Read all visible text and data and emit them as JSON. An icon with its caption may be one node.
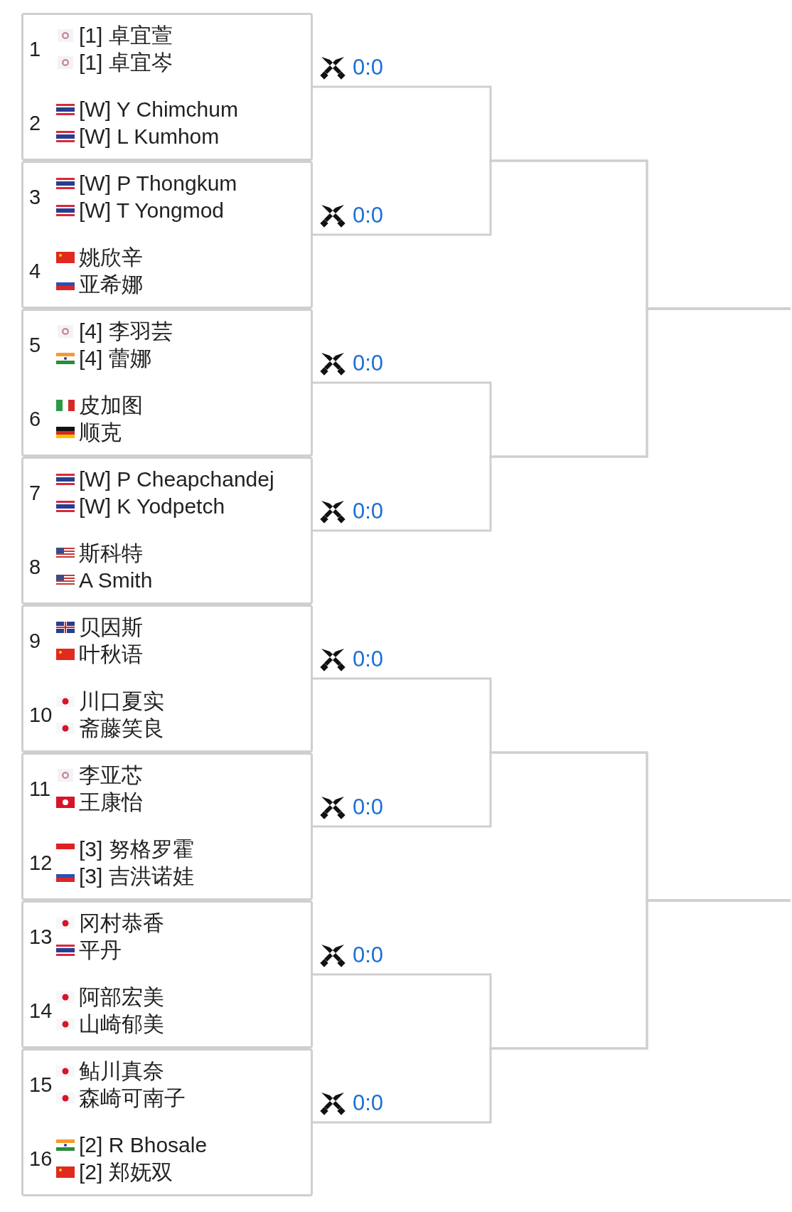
{
  "diagram": {
    "nodes": [
      {
        "text": [],
        "shape": "box",
        "beside": [
          "0:0"
        ]
      },
      {
        "text": [
          "1",
          "[1] 卓宜萱",
          "[1] 卓宜岑"
        ],
        "in": 0
      },
      {
        "text": [
          "2",
          "[W] Y Chimchum",
          "[W] L Kumhom"
        ],
        "in": 0
      },
      {
        "text": [],
        "shape": "box",
        "beside": [
          "0:0"
        ]
      },
      {
        "text": [
          "3",
          "[W] P Thongkum",
          "[W] T Yongmod"
        ],
        "in": 3
      },
      {
        "text": [
          "4",
          "姚欣辛",
          "亚希娜"
        ],
        "in": 3
      },
      {
        "text": [],
        "shape": "box",
        "beside": [
          "0:0"
        ]
      },
      {
        "text": [
          "5",
          "[4] 李羽芸",
          "[4] 蕾娜"
        ],
        "in": 6
      },
      {
        "text": [
          "6",
          "皮加图",
          "顺克"
        ],
        "in": 6
      },
      {
        "text": [],
        "shape": "box",
        "beside": [
          "0:0"
        ]
      },
      {
        "text": [
          "7",
          "[W] P Cheapchandej",
          "[W] K Yodpetch"
        ],
        "in": 9
      },
      {
        "text": [
          "8",
          "斯科特",
          "A Smith"
        ],
        "in": 9
      },
      {
        "text": [],
        "shape": "box",
        "beside": [
          "0:0"
        ]
      },
      {
        "text": [
          "9",
          "贝因斯",
          "叶秋语"
        ],
        "in": 12
      },
      {
        "text": [
          "10",
          "川口夏实",
          "斋藤笑良"
        ],
        "in": 12
      },
      {
        "text": [],
        "shape": "box",
        "beside": [
          "0:0"
        ]
      },
      {
        "text": [
          "11",
          "李亚芯",
          "王康怡"
        ],
        "in": 15
      },
      {
        "text": [
          "12",
          "[3] 努格罗霍",
          "[3] 吉洪诺娃"
        ],
        "in": 15
      },
      {
        "text": [],
        "shape": "box",
        "beside": [
          "0:0"
        ]
      },
      {
        "text": [
          "13",
          "冈村恭香",
          "平丹"
        ],
        "in": 18
      },
      {
        "text": [
          "14",
          "阿部宏美",
          "山崎郁美"
        ],
        "in": 18
      },
      {
        "text": [],
        "shape": "box",
        "beside": [
          "0:0"
        ]
      },
      {
        "text": [
          "15",
          "鲇川真奈",
          "森崎可南子"
        ],
        "in": 21
      },
      {
        "text": [
          "16",
          "[2] R Bhosale",
          "[2] 郑妩双"
        ],
        "in": 21
      }
    ],
    "edges": [
      {
        "from": 0,
        "to": null,
        "arrow": "none"
      },
      {
        "from": 3,
        "to": null,
        "arrow": "none"
      },
      {
        "from": 6,
        "to": null,
        "arrow": "none"
      },
      {
        "from": 9,
        "to": null,
        "arrow": "none"
      },
      {
        "from": 12,
        "to": null,
        "arrow": "none"
      },
      {
        "from": 15,
        "to": null,
        "arrow": "none"
      },
      {
        "from": 18,
        "to": null,
        "arrow": "none"
      },
      {
        "from": 21,
        "to": null,
        "arrow": "none"
      }
    ]
  }
}
